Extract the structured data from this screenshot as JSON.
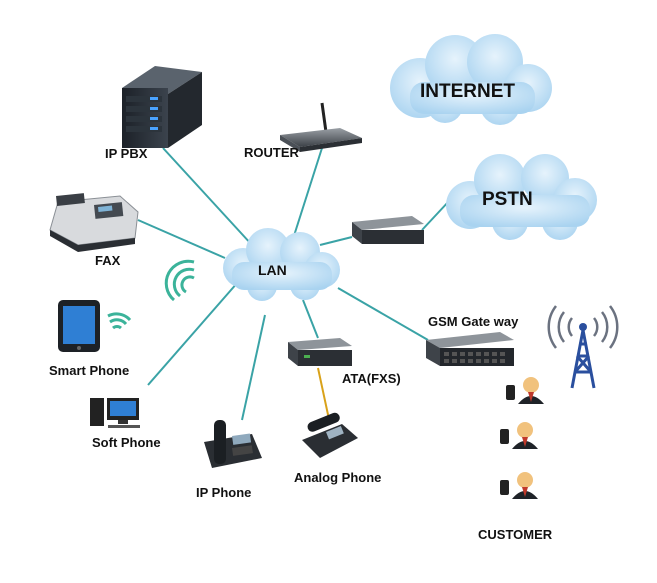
{
  "diagram": {
    "hub": {
      "label": "LAN"
    },
    "clouds": {
      "internet": "INTERNET",
      "pstn": "PSTN"
    },
    "nodes": {
      "ip_pbx": "IP PBX",
      "router": "ROUTER",
      "fax": "FAX",
      "smart_phone": "Smart Phone",
      "soft_phone": "Soft Phone",
      "ip_phone": "IP Phone",
      "ata": "ATA(FXS)",
      "analog_phone": "Analog  Phone",
      "gsm_gateway": "GSM Gate way",
      "customer": "CUSTOMER"
    },
    "colors": {
      "link": "#3aa3a6",
      "cloud": "#b9dcf3",
      "analog_link": "#d9a21a",
      "tower": "#2a4f9e",
      "wireless": "#3bb39a"
    }
  }
}
